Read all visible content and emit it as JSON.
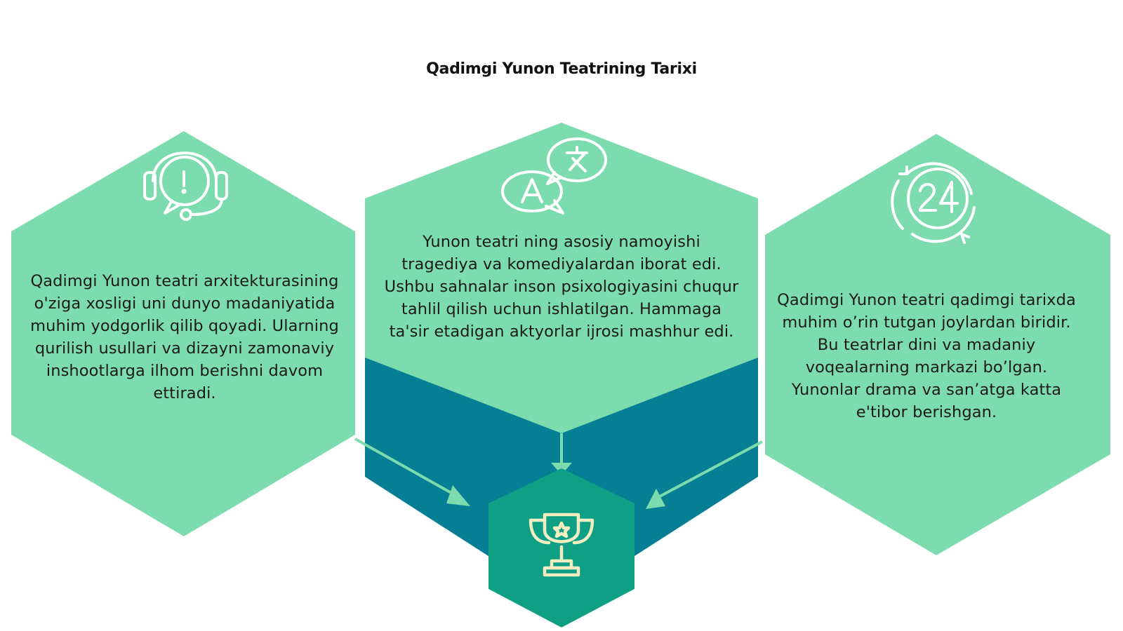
{
  "title": "Qadimgi Yunon Teatrining Tarixi",
  "cards": [
    {
      "icon": "headset-support-icon",
      "text": "Qadimgi Yunon teatri arxitekturasining o'ziga xosligi uni dunyo madaniyatida muhim yodgorlik qilib qoyadi. Ularning qurilish usullari va dizayni zamonaviy inshootlarga ilhom berishni davom ettiradi."
    },
    {
      "icon": "translation-speech-bubbles-icon",
      "text": "Yunon teatri ning asosiy namoyishi tragediya va komediyalardan iborat edi. Ushbu sahnalar inson psixologiyasini chuqur tahlil qilish uchun ishlatilgan. Hammaga ta'sir etadigan aktyorlar ijrosi mashhur edi."
    },
    {
      "icon": "24-hours-icon",
      "text": "Qadimgi Yunon teatri qadimgi tarixda muhim o’rin tutgan joylardan biridir. Bu teatrlar dini va madaniy voqealarning markazi bo’lgan. Yunonlar drama va san’atga katta e'tibor berishgan."
    }
  ],
  "center": {
    "icon": "trophy-icon"
  },
  "colors": {
    "light_green": "#7ddcae",
    "dark_teal": "#067f95",
    "mid_teal": "#0f9f84",
    "icon_white": "#ffffff",
    "icon_cream": "#f1eec2",
    "text": "#1b1b1b"
  }
}
